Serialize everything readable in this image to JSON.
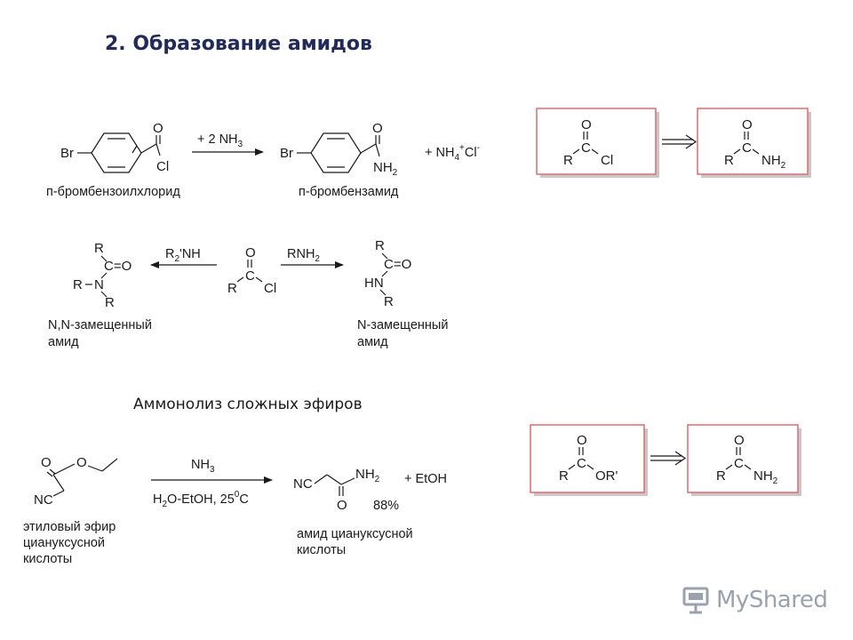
{
  "title": "2. Образование амидов",
  "subtitle": "Аммонолиз сложных эфиров",
  "reaction1": {
    "reactant_label": "п-бромбензоилхлорид",
    "product_label": "п-бромбензамид",
    "reagent": "+ 2 NH",
    "reagent_sub": "3",
    "byproduct_prefix": "+ NH",
    "byproduct_sub": "4",
    "byproduct_sup": "+",
    "byproduct_suffix": "Cl",
    "byproduct_suffix_sup": "-",
    "atoms": {
      "br": "Br",
      "o": "O",
      "cl": "Cl",
      "nh": "NH",
      "nh_sub": "2"
    }
  },
  "box1": {
    "o": "O",
    "c": "C",
    "r": "R",
    "cl": "Cl"
  },
  "box2": {
    "o": "O",
    "c": "C",
    "r": "R",
    "nh": "NH",
    "nh_sub": "2"
  },
  "reaction2": {
    "left_reagent": "R",
    "left_reagent_sub": "2",
    "left_reagent_suffix": "'NH",
    "right_reagent": "RNH",
    "right_reagent_sub": "2",
    "center": {
      "o": "O",
      "c": "C",
      "r": "R",
      "cl": "Cl"
    },
    "left_product": {
      "r_top": "R",
      "c_o": "C=O",
      "r_n": "R",
      "n": "N",
      "r_bottom": "R"
    },
    "right_product": {
      "r_top": "R",
      "c_o": "C=O",
      "hn": "HN",
      "r_bottom": "R"
    },
    "left_label": [
      "N,N-замещенный",
      "амид"
    ],
    "right_label": [
      "N-замещенный",
      "амид"
    ]
  },
  "reaction3": {
    "reactant_atoms": {
      "o1": "O",
      "o2": "O",
      "nc": "NC"
    },
    "reagent_top": "NH",
    "reagent_top_sub": "3",
    "reagent_bottom_a": "H",
    "reagent_bottom_sub": "2",
    "reagent_bottom_b": "O-EtOH, 25",
    "reagent_bottom_sup": "0",
    "reagent_bottom_c": "C",
    "product_atoms": {
      "nc": "NC",
      "nh": "NH",
      "nh_sub": "2",
      "o": "O"
    },
    "byproduct": "+ EtOH",
    "yield": "88%",
    "reactant_label": [
      "этиловый эфир",
      "циануксусной",
      "кислоты"
    ],
    "product_label": [
      "амид циануксусной",
      "кислоты"
    ]
  },
  "box3": {
    "o": "O",
    "c": "C",
    "r": "R",
    "or": "OR'"
  },
  "box4": {
    "o": "O",
    "c": "C",
    "r": "R",
    "nh": "NH",
    "nh_sub": "2"
  },
  "watermark": "MyShared",
  "icons": [
    "presentation-screen-icon",
    "double-arrow-icon",
    "reaction-arrow-icon"
  ]
}
